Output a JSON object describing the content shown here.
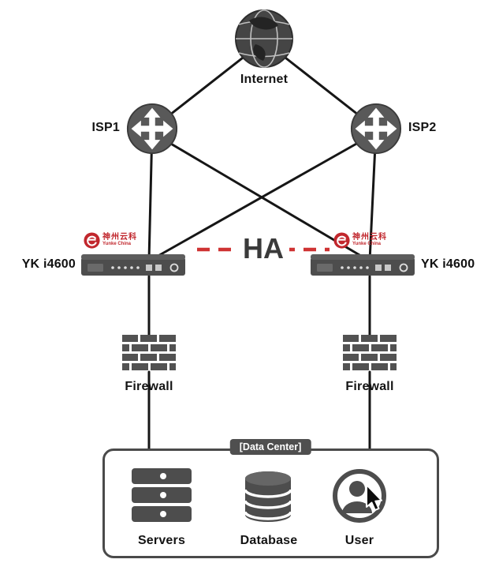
{
  "nodes": {
    "internet": {
      "label": "Internet"
    },
    "isp1": {
      "label": "ISP1"
    },
    "isp2": {
      "label": "ISP2"
    },
    "appliance_left": {
      "label": "YK i4600"
    },
    "appliance_right": {
      "label": "YK i4600"
    },
    "ha": {
      "label": "HA"
    },
    "firewall_left": {
      "label": "Firewall"
    },
    "firewall_right": {
      "label": "Firewall"
    },
    "datacenter": {
      "label": "[Data Center]",
      "servers": {
        "label": "Servers"
      },
      "database": {
        "label": "Database"
      },
      "user": {
        "label": "User"
      }
    }
  },
  "vendor": {
    "name_cn": "神州云科",
    "name_en": "Yunke China"
  },
  "colors": {
    "node_gray": "#4d4d4d",
    "line_black": "#161616",
    "ha_red": "#cf3333",
    "logo_red": "#c1272d"
  }
}
